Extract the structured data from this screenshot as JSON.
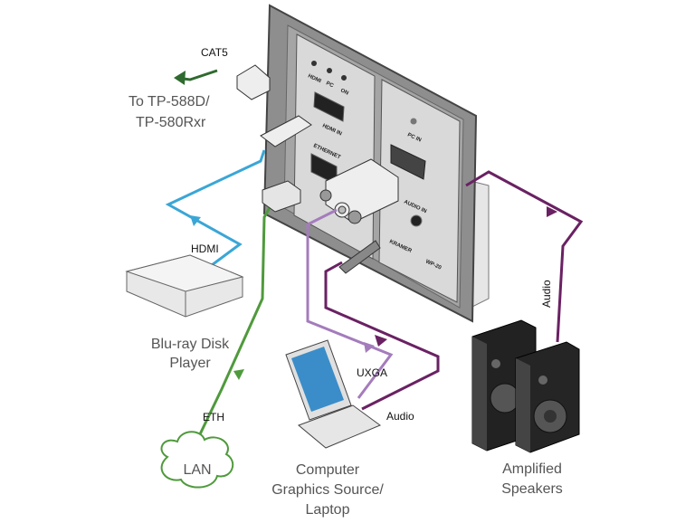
{
  "colors": {
    "hdmi_cable": "#3aa6d6",
    "eth_cable": "#4f9a3c",
    "cat5_cable": "#2f6a2f",
    "uxga_cable": "#a47cbc",
    "audio_cable": "#6a2163",
    "plate": "#8c8c8c",
    "panel": "#d8d8d8"
  },
  "device": {
    "leds": [
      "HDMI",
      "PC",
      "ON"
    ],
    "hdmi_port": "HDMI IN",
    "ethernet_port": "ETHERNET",
    "pc_port": "PC IN",
    "audio_port": "AUDIO IN",
    "brand": "KRAMER",
    "model": "WP-20"
  },
  "cables": {
    "cat5": "CAT5",
    "hdmi": "HDMI",
    "eth": "ETH",
    "uxga": "UXGA",
    "audio_laptop": "Audio",
    "audio_speakers": "Audio"
  },
  "captions": {
    "receiver": [
      "To TP-588D/",
      "TP-580Rxr"
    ],
    "bluray": [
      "Blu-ray Disk",
      "Player"
    ],
    "lan": "LAN",
    "laptop": [
      "Computer",
      "Graphics Source/",
      "Laptop"
    ],
    "speakers": [
      "Amplified",
      "Speakers"
    ]
  }
}
